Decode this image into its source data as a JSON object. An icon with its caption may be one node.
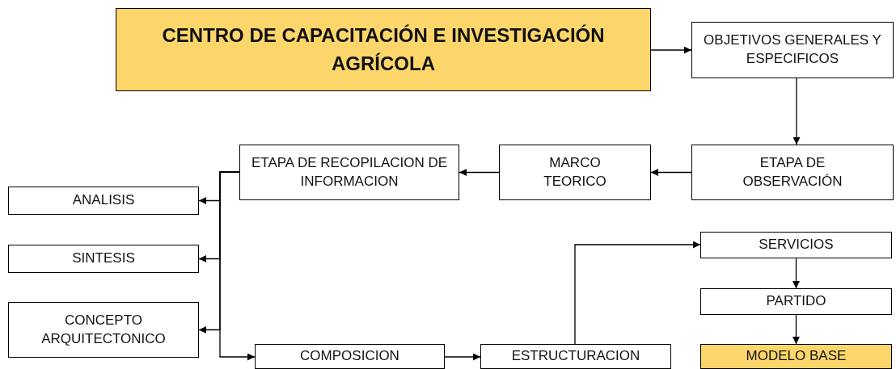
{
  "diagram": {
    "nodes": [
      {
        "text": [
          "CENTRO DE CAPACITACIÓN E INVESTIGACIÓN AGRÍCOLA"
        ]
      },
      {
        "text": [
          "OBJETIVOS GENERALES Y ESPECIFICOS"
        ]
      },
      {
        "text": [
          "ETAPA DE OBSERVACIÓN"
        ]
      },
      {
        "text": [
          "MARCO TEORICO"
        ]
      },
      {
        "text": [
          "ETAPA DE RECOPILACION DE INFORMACION"
        ]
      },
      {
        "text": [
          "ANALISIS"
        ]
      },
      {
        "text": [
          "SINTESIS"
        ]
      },
      {
        "text": [
          "CONCEPTO ARQUITECTONICO"
        ]
      },
      {
        "text": [
          "COMPOSICION"
        ]
      },
      {
        "text": [
          "ESTRUCTURACION"
        ]
      },
      {
        "text": [
          "SERVICIOS"
        ]
      },
      {
        "text": [
          "PARTIDO"
        ]
      },
      {
        "text": [
          "MODELO BASE"
        ]
      }
    ],
    "edges": [
      {
        "from": 0,
        "to": 1,
        "arrow": "to"
      },
      {
        "from": 1,
        "to": 2,
        "arrow": "to"
      },
      {
        "from": 2,
        "to": 3,
        "arrow": "to"
      },
      {
        "from": 3,
        "to": 4,
        "arrow": "to"
      },
      {
        "from": 4,
        "to": 5,
        "arrow": "to"
      },
      {
        "from": 4,
        "to": 6,
        "arrow": "to"
      },
      {
        "from": 4,
        "to": 7,
        "arrow": "to"
      },
      {
        "from": 4,
        "to": 8,
        "arrow": "to"
      },
      {
        "from": 8,
        "to": 9,
        "arrow": "to"
      },
      {
        "from": 9,
        "to": 10,
        "arrow": "to"
      },
      {
        "from": 10,
        "to": 11,
        "arrow": "to"
      },
      {
        "from": 11,
        "to": 12,
        "arrow": "to"
      }
    ]
  }
}
